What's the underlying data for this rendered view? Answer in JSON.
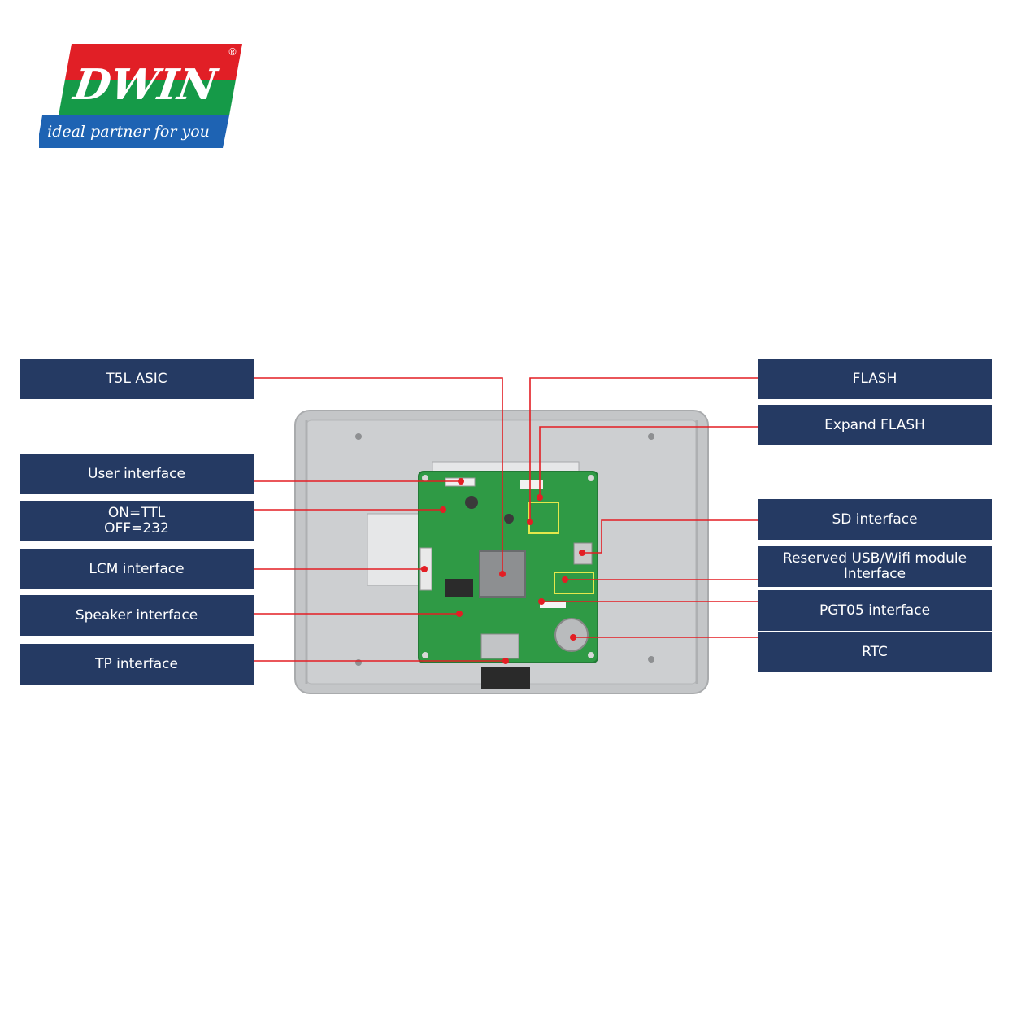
{
  "logo": {
    "brand": "DWIN",
    "tagline": "ideal partner for you",
    "mark": "®"
  },
  "colors": {
    "label_bg": "#253a63",
    "label_text": "#ffffff",
    "leader_line": "#e31e24",
    "pcb": "#2f9a45",
    "chassis": "#c4c6c8",
    "logo_red": "#e11f26",
    "logo_green": "#159a48",
    "logo_blue": "#1e63b3"
  },
  "labels_left": [
    {
      "id": "t5l-asic",
      "text": "T5L ASIC"
    },
    {
      "id": "user-interface",
      "text": "User interface"
    },
    {
      "id": "on-ttl",
      "text": "ON=TTL\nOFF=232"
    },
    {
      "id": "lcm-interface",
      "text": "LCM interface"
    },
    {
      "id": "speaker-interface",
      "text": "Speaker  interface"
    },
    {
      "id": "tp-interface",
      "text": "TP interface"
    }
  ],
  "labels_right": [
    {
      "id": "flash",
      "text": "FLASH"
    },
    {
      "id": "expand-flash",
      "text": "Expand FLASH"
    },
    {
      "id": "sd-interface",
      "text": "SD  interface"
    },
    {
      "id": "usb-wifi",
      "text": "Reserved USB/Wifi module\nInterface"
    },
    {
      "id": "pgt05-interface",
      "text": "PGT05 interface"
    },
    {
      "id": "rtc",
      "text": "RTC"
    }
  ]
}
